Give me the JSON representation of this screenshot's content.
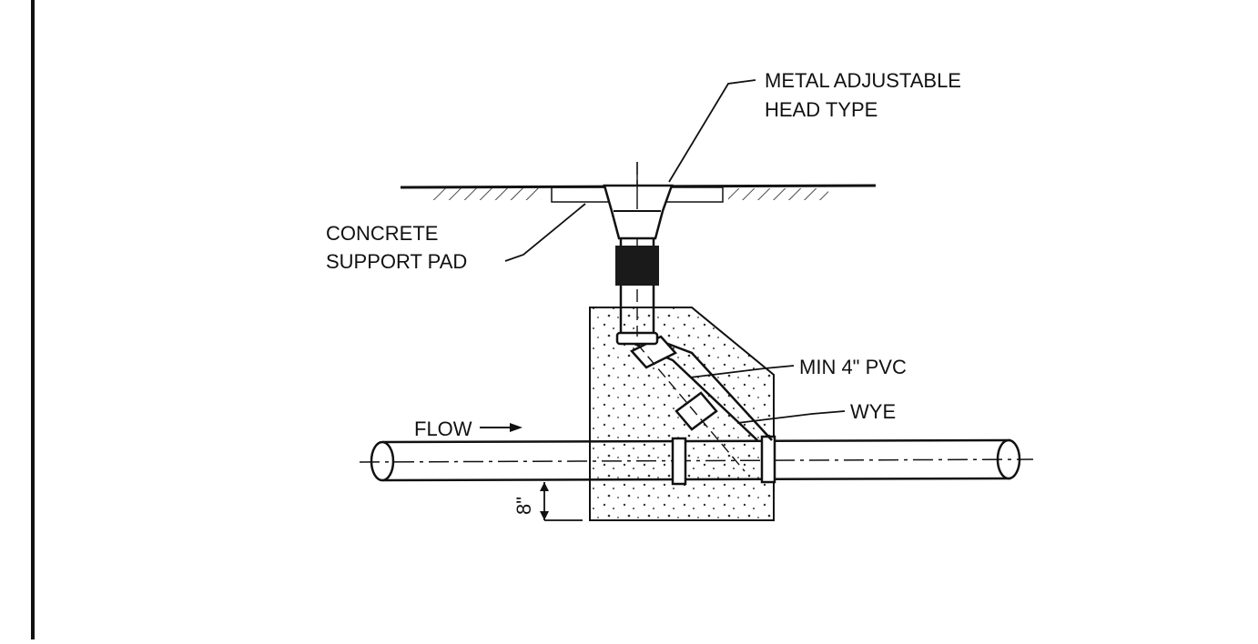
{
  "labels": {
    "head_line1": "METAL ADJUSTABLE",
    "head_line2": "HEAD TYPE",
    "pad_line1": "CONCRETE",
    "pad_line2": "SUPPORT PAD",
    "pvc": "MIN 4\" PVC",
    "wye": "WYE",
    "flow": "FLOW",
    "dimension": "8\""
  },
  "colors": {
    "ink": "#111111",
    "paper": "#ffffff",
    "coupling_band": "#1a1a1a"
  }
}
